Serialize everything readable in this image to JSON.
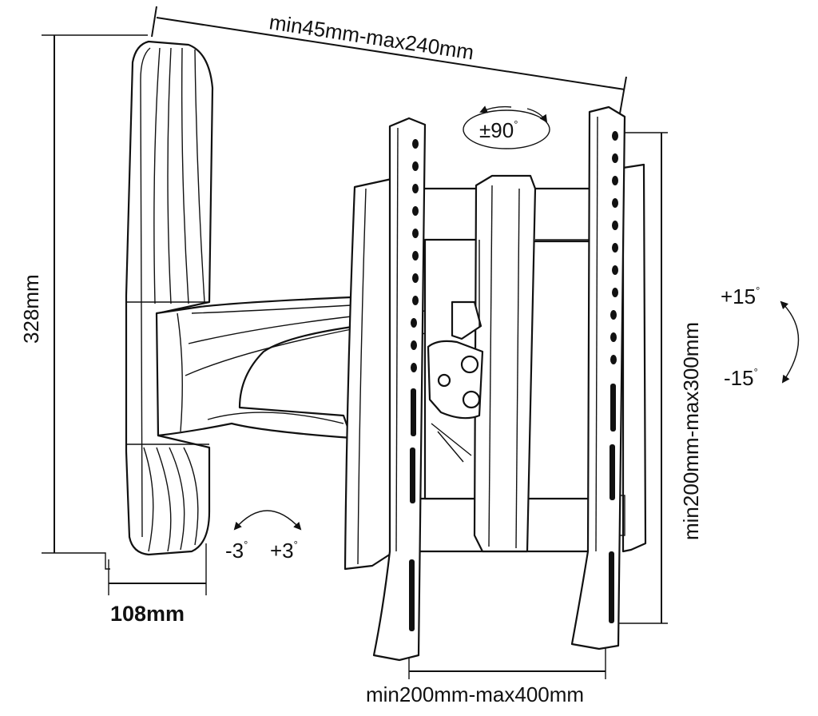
{
  "dimensions": {
    "arm_extension": "min45mm-max240mm",
    "wall_plate_height": "328mm",
    "wall_plate_width": "108mm",
    "vesa_vertical": "min200mm-max300mm",
    "vesa_horizontal": "min200mm-max400mm"
  },
  "angles": {
    "rotation": "±90",
    "tilt_up": "+15",
    "tilt_down": "-15",
    "level_left": "-3",
    "level_right": "+3",
    "degree_symbol": "°"
  }
}
